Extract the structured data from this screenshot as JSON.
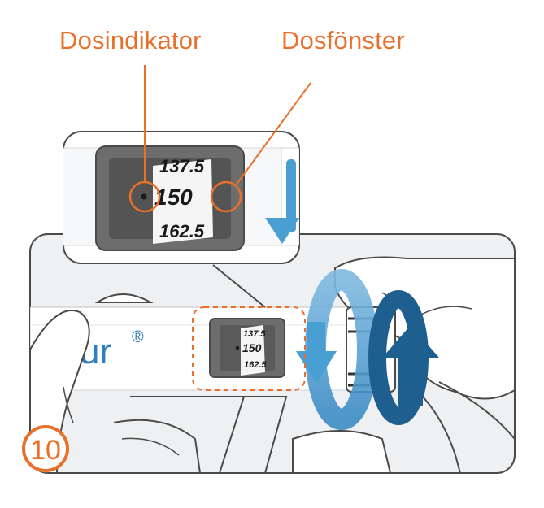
{
  "labels": {
    "dose_indicator": "Dosindikator",
    "dose_window": "Dosfönster"
  },
  "step_number": "10",
  "brand_fragment": "ur",
  "registered_mark": "®",
  "dose_scale": {
    "above": "137.5",
    "selected": "150",
    "below": "162.5"
  },
  "colors": {
    "accent_orange": "#e8702a",
    "arrow_blue": "#4a9fd2",
    "dark_blue": "#1f5f8f",
    "panel_fill": "#eef0f2",
    "outline": "#4a4a4a"
  },
  "icons": [
    "dose-indicator-circle-icon",
    "dose-window-circle-icon",
    "rotate-arrow-icon",
    "down-arrow-icon"
  ]
}
